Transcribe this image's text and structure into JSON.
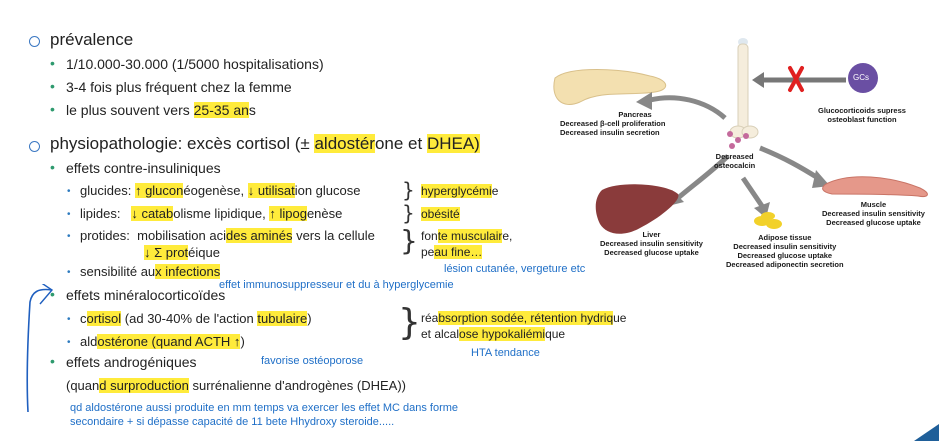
{
  "sections": {
    "prevalence": {
      "title": "prévalence",
      "items": [
        "1/10.000-30.000 (1/5000 hospitalisations)",
        "3-4 fois plus fréquent chez la femme",
        "le plus souvent vers 25-35 ans"
      ]
    },
    "physio": {
      "title_a": "physiopathologie: excès cortisol (± ",
      "title_b": "aldostér",
      "title_c": "one et ",
      "title_d": "DHEA)",
      "contre": {
        "label": "effets contre-insuliniques",
        "glucides": {
          "label": "glucides:",
          "arrow1": "↑",
          "w1": "glucon",
          "w1b": "éogenèse, ",
          "arrow2": "↓",
          "w2": "utilisat",
          "w2b": "ion glucose",
          "result": "hyperglycémi",
          "result_b": "e"
        },
        "lipides": {
          "label": "lipides:",
          "arrow1": "↓",
          "w1": "catab",
          "w1b": "olisme lipidique, ",
          "arrow2": "↑",
          "w2": "lipog",
          "w2b": "enèse",
          "result": "obésité"
        },
        "protides": {
          "label": "protides:",
          "line1a": "mobilisation aci",
          "line1b": "des aminés",
          "line1c": " vers la cellule",
          "line2a": "↓ Σ prot",
          "line2b": "éique",
          "result1a": "fon",
          "result1b": "te musculair",
          "result1c": "e,",
          "result2a": "pe",
          "result2b": "au fine…"
        },
        "infections": {
          "a": "sensibilité au",
          "b": "x infections"
        }
      },
      "mineralo": {
        "label": "effets minéralocorticoïdes",
        "cortisol": {
          "a": "c",
          "b": "ortisol",
          "c": " (ad 30-40% de l'action ",
          "d": "tubulaire",
          "e": ")"
        },
        "aldo": {
          "a": "ald",
          "b": "ostérone (quand ACTH ↑",
          "c": ")"
        },
        "result1": {
          "a": "réa",
          "b": "bsorption sodée, rétention hydriq",
          "c": "ue"
        },
        "result2": {
          "a": "et alcal",
          "b": "ose hypokaliémi",
          "c": "que"
        }
      },
      "andro": {
        "label": "effets androgéniques",
        "line": {
          "a": "(quan",
          "b": "d surproduction",
          "c": " surrénalienne d'androgènes (DHEA))"
        }
      }
    }
  },
  "notes": {
    "lesion": "lésion cutanée, vergeture etc",
    "immuno": "effet immunosuppresseur et du à hyperglycemie",
    "hta": "HTA tendance",
    "osteo": "favorise ostéoporose",
    "bottom1": "qd aldostérone aussi produite en mm temps va exercer les effet MC dans forme",
    "bottom2": "secondaire + si dépasse capacité de 11 bete Hhydroxy steroide....."
  },
  "diagram": {
    "gcs": "GCs",
    "gcs_caption": [
      "Glucocorticoids supress",
      "osteoblast function"
    ],
    "pancreas": [
      "Pancreas",
      "Decreased β-cell proliferation",
      "Decreased insulin secretion"
    ],
    "bone": [
      "Decreased",
      "osteocalcin"
    ],
    "liver": [
      "Liver",
      "Decreased insulin sensitivity",
      "Decreased glucose uptake"
    ],
    "adipose": [
      "Adipose tissue",
      "Decreased insulin sensitivity",
      "Decreased glucose uptake",
      "Decreased adiponectin secretion"
    ],
    "muscle": [
      "Muscle",
      "Decreased insulin sensitivity",
      "Decreased glucose uptake"
    ]
  },
  "colors": {
    "highlight": "#ffeb3b",
    "note": "#1f6fc7",
    "bullet": "#2e9a6e",
    "gcs": "#6a4fa3"
  }
}
